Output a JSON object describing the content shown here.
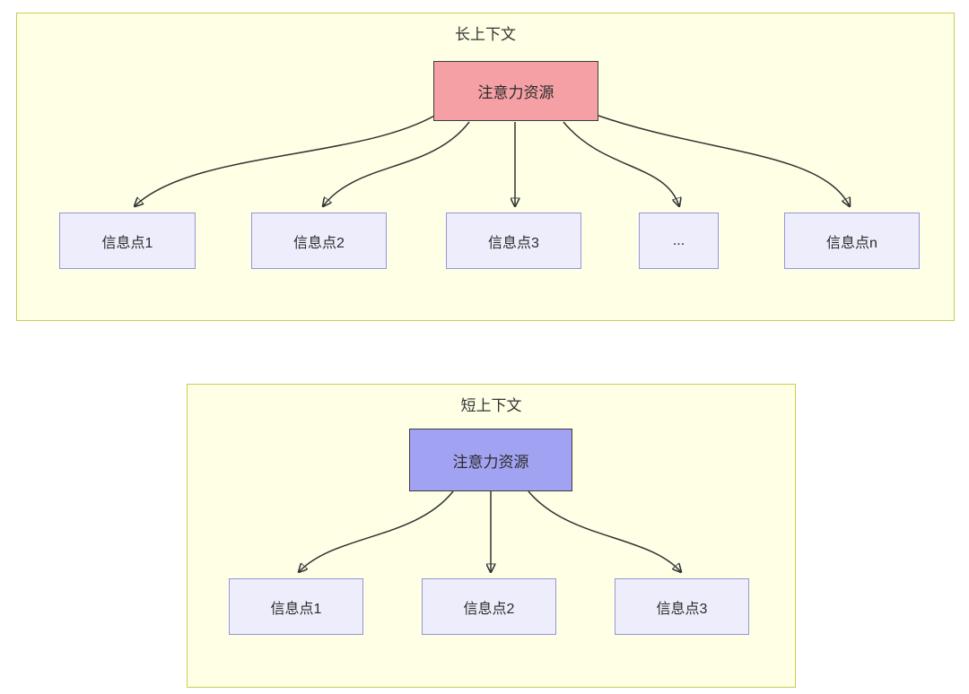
{
  "diagram": {
    "long_context": {
      "title": "长上下文",
      "attention_label": "注意力资源",
      "items": [
        "信息点1",
        "信息点2",
        "信息点3",
        "...",
        "信息点n"
      ]
    },
    "short_context": {
      "title": "短上下文",
      "attention_label": "注意力资源",
      "items": [
        "信息点1",
        "信息点2",
        "信息点3"
      ]
    },
    "colors": {
      "container_bg": "#feffe5",
      "container_border": "#c9cc55",
      "attention_long_bg": "#f4a0a4",
      "attention_short_bg": "#a2a2f2",
      "info_box_bg": "#ededfc",
      "info_box_border": "#9696d9",
      "arrow": "#333333"
    }
  }
}
